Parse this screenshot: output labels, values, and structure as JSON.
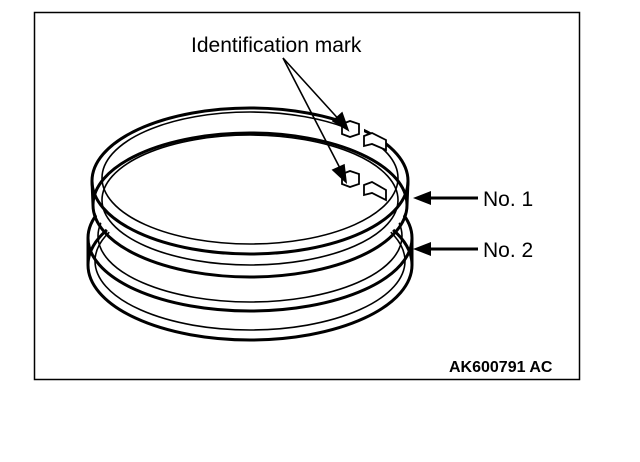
{
  "figure": {
    "identification_label": "Identification mark",
    "ring_1_label": "No. 1",
    "ring_2_label": "No. 2",
    "figure_code": "AK600791 AC"
  },
  "colors": {
    "ink": "#000000",
    "background": "#ffffff"
  }
}
